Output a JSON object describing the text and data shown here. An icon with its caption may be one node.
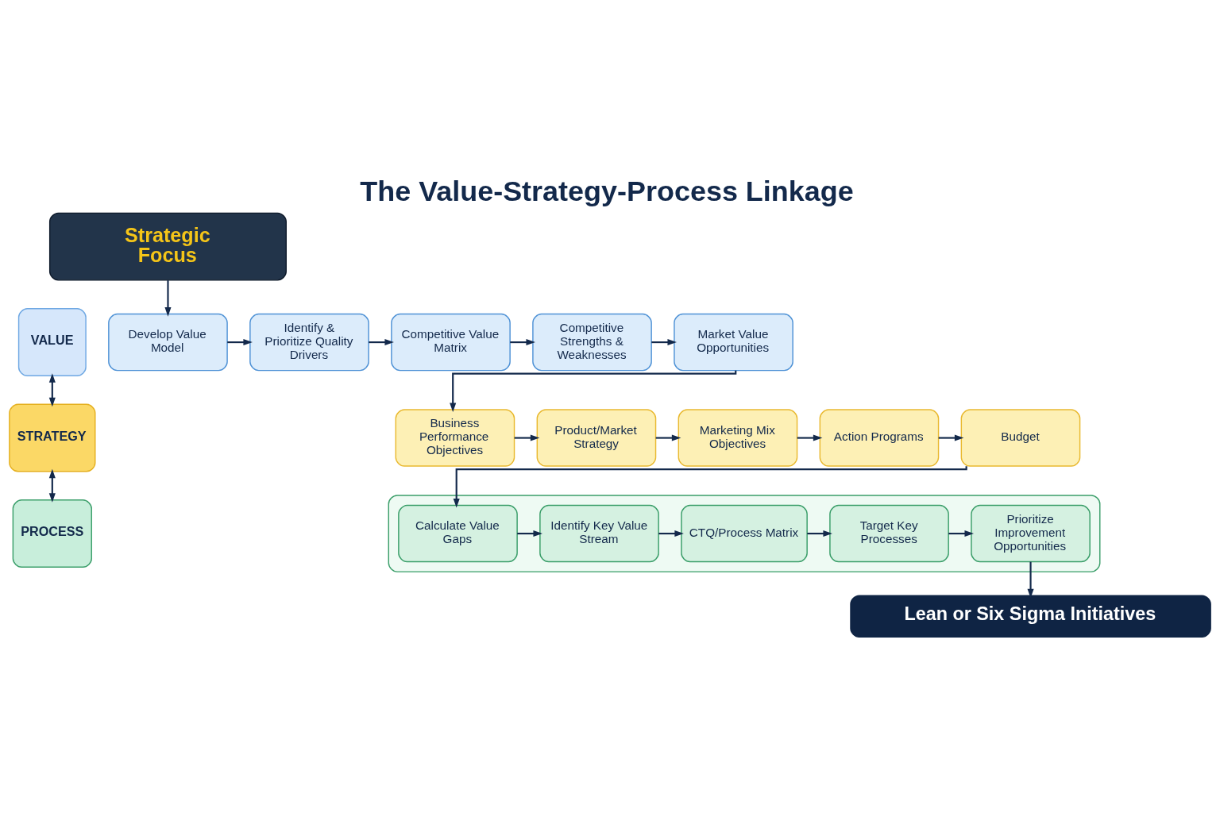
{
  "diagram": {
    "title": "The Value-Strategy-Process Linkage",
    "nodes": [
      {
        "text": [
          "Strategic Focus"
        ]
      },
      {
        "text": [
          "VALUE"
        ]
      },
      {
        "text": [
          "STRATEGY"
        ]
      },
      {
        "text": [
          "PROCESS"
        ]
      },
      {
        "text": [
          "Develop Value Model"
        ]
      },
      {
        "text": [
          "Identify & Prioritize Quality Drivers"
        ]
      },
      {
        "text": [
          "Competitive Value Matrix"
        ]
      },
      {
        "text": [
          "Competitive Strengths & Weaknesses"
        ]
      },
      {
        "text": [
          "Market Value Opportunities"
        ]
      },
      {
        "text": [
          "Business Performance Objectives"
        ]
      },
      {
        "text": [
          "Product/Market Strategy"
        ]
      },
      {
        "text": [
          "Marketing Mix Objectives"
        ]
      },
      {
        "text": [
          "Action Programs"
        ]
      },
      {
        "text": [
          "Budget"
        ]
      },
      {
        "text": [],
        "shape": "box"
      },
      {
        "text": [
          "Calculate Value Gaps"
        ],
        "in": 14
      },
      {
        "text": [
          "Identify Key Value Stream"
        ],
        "in": 14
      },
      {
        "text": [
          "CTQ/Process Matrix"
        ],
        "in": 14
      },
      {
        "text": [
          "Target Key Processes"
        ],
        "in": 14
      },
      {
        "text": [
          "Prioritize Improvement Opportunities"
        ],
        "in": 14
      },
      {
        "text": [
          "Lean or Six Sigma Initiatives"
        ]
      }
    ],
    "edges": [
      {
        "from": 0,
        "to": 4,
        "arrow": "to"
      },
      {
        "from": 4,
        "to": 5,
        "arrow": "to"
      },
      {
        "from": 5,
        "to": 6,
        "arrow": "to"
      },
      {
        "from": 6,
        "to": 7,
        "arrow": "to"
      },
      {
        "from": 7,
        "to": 8,
        "arrow": "to"
      },
      {
        "from": 8,
        "to": 9,
        "arrow": "to"
      },
      {
        "from": 9,
        "to": 10,
        "arrow": "to"
      },
      {
        "from": 10,
        "to": 11,
        "arrow": "to"
      },
      {
        "from": 11,
        "to": 12,
        "arrow": "to"
      },
      {
        "from": 12,
        "to": 13,
        "arrow": "to"
      },
      {
        "from": 13,
        "to": 15,
        "arrow": "to"
      },
      {
        "from": 15,
        "to": 16,
        "arrow": "to"
      },
      {
        "from": 16,
        "to": 17,
        "arrow": "to"
      },
      {
        "from": 17,
        "to": 18,
        "arrow": "to"
      },
      {
        "from": 18,
        "to": 19,
        "arrow": "to"
      },
      {
        "from": 19,
        "to": 20,
        "arrow": "to"
      },
      {
        "from": 1,
        "to": 2,
        "arrow": "both"
      },
      {
        "from": 2,
        "to": 3,
        "arrow": "both"
      }
    ]
  }
}
